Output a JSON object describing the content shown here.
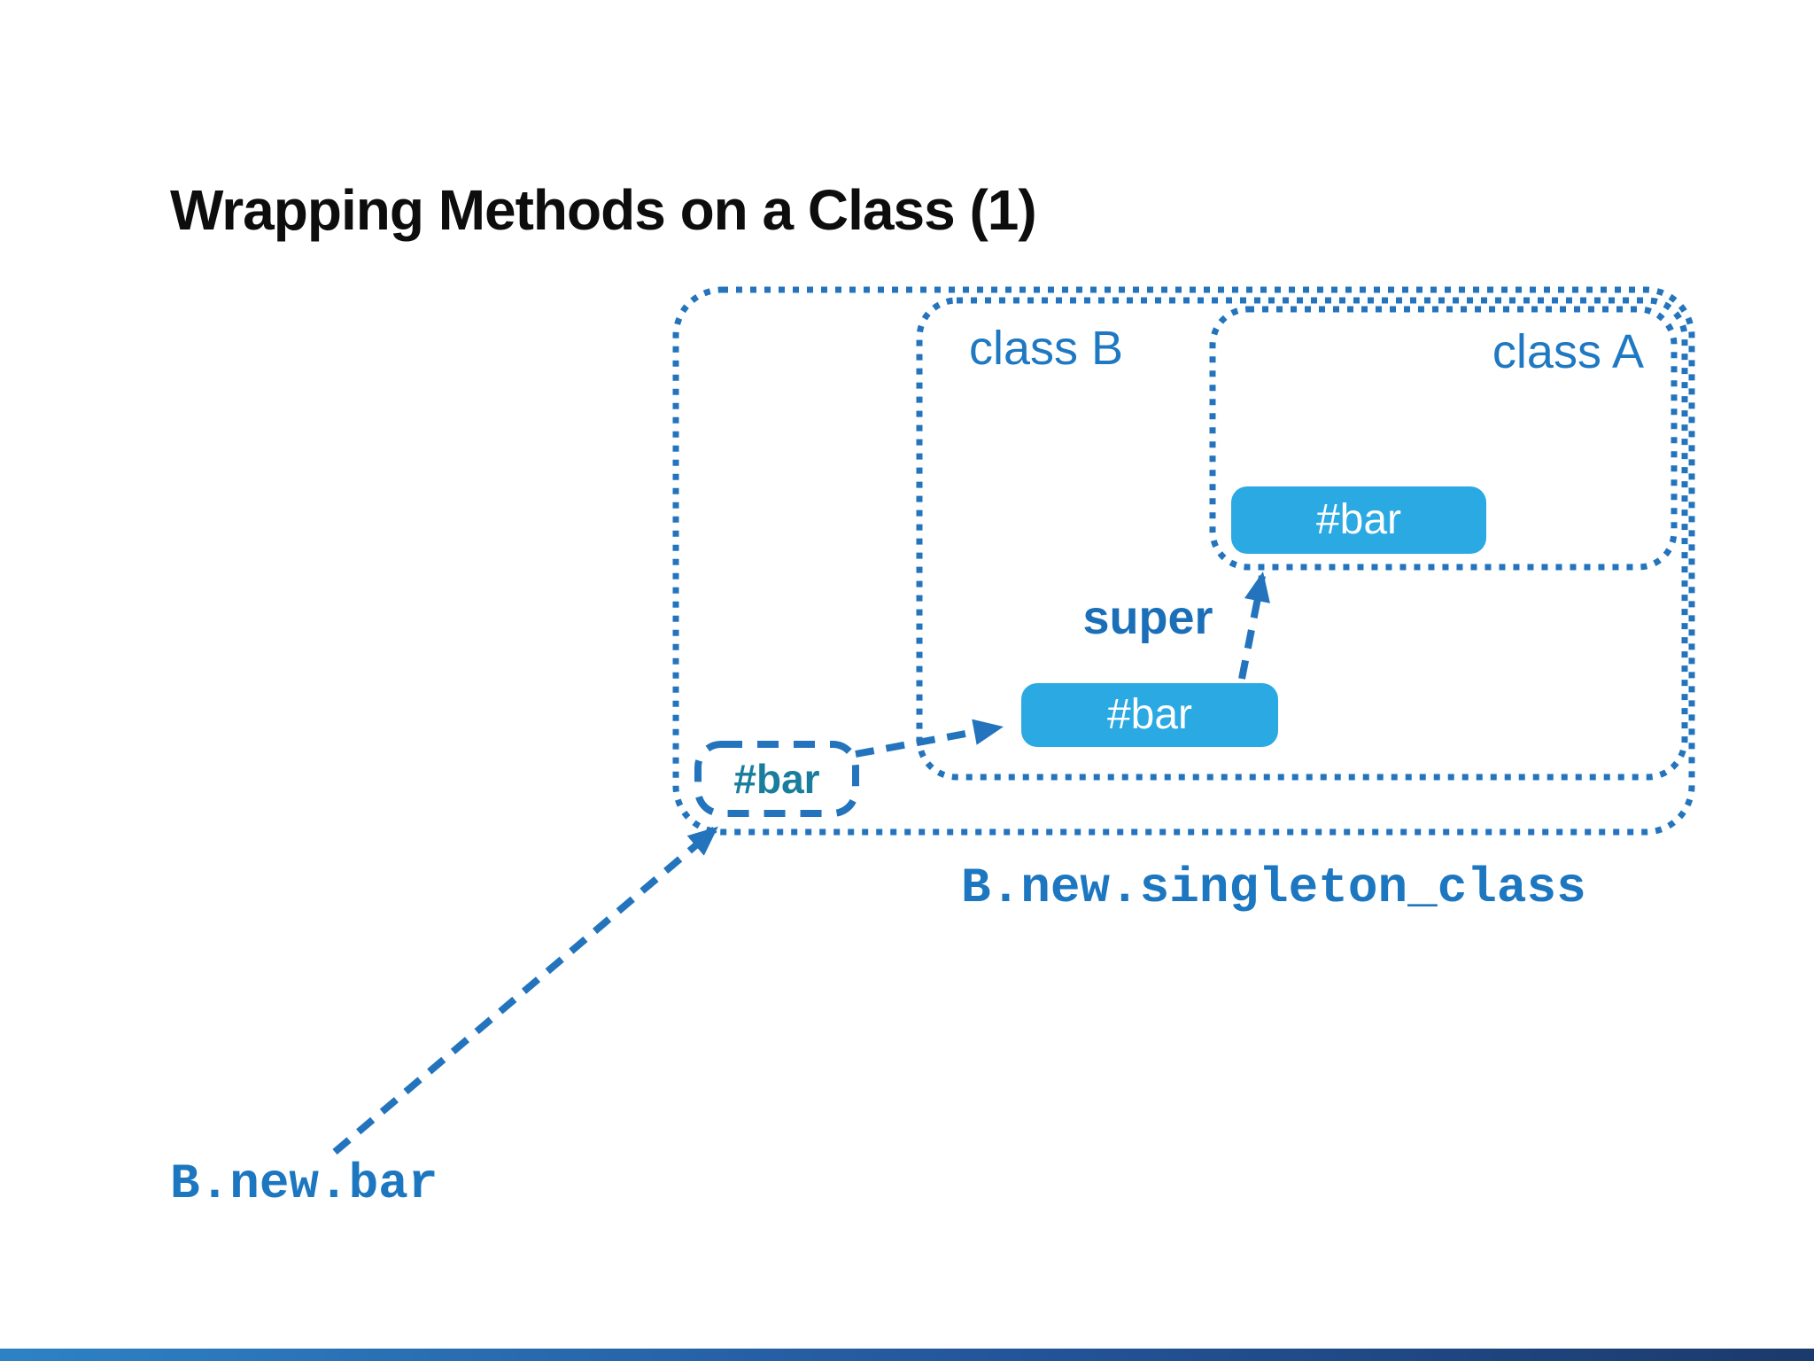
{
  "slide": {
    "title": "Wrapping Methods on a Class (1)"
  },
  "diagram": {
    "singleton_class_box": {
      "caption": "B.new.singleton_class",
      "method_badge": "#bar"
    },
    "class_b_box": {
      "label": "class B",
      "method_badge": "#bar"
    },
    "class_a_box": {
      "label": "class A",
      "method_badge": "#bar"
    },
    "super_label": "super",
    "caller_expression": "B.new.bar",
    "arrows": [
      {
        "name": "caller-to-singleton-method",
        "from": "B.new.bar",
        "to": "singleton #bar"
      },
      {
        "name": "singleton-method-to-class-b-method",
        "from": "singleton #bar",
        "to": "class B #bar"
      },
      {
        "name": "super-to-class-a-method",
        "from": "class B #bar",
        "to": "class A #bar"
      }
    ]
  },
  "colors": {
    "accent_blue": "#2374bd",
    "badge_fill": "#2ba9e2",
    "label_blue": "#1e78c2",
    "teal_method_text": "#197d9e",
    "mono_text_blue": "#1d77c0",
    "title_color": "#0d0d0d",
    "footer_gradient_left": "#2e82c4",
    "footer_gradient_right": "#1b3a6d"
  }
}
